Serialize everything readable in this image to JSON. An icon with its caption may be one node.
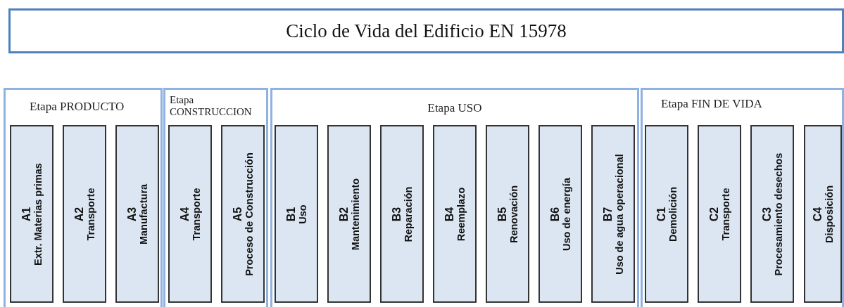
{
  "diagram": {
    "title": "Ciclo de Vida del Edificio EN 15978",
    "nodes": [
      {
        "text": [
          "Etapa PRODUCTO"
        ]
      },
      {
        "text": [
          "A1",
          "Extr. Materias primas"
        ],
        "in": 0
      },
      {
        "text": [
          "A2",
          "Transporte"
        ],
        "in": 0
      },
      {
        "text": [
          "A3",
          "Manufactura"
        ],
        "in": 0
      },
      {
        "text": [
          "Etapa CONSTRUCCION"
        ]
      },
      {
        "text": [
          "A4",
          "Transporte"
        ],
        "in": 4
      },
      {
        "text": [
          "A5",
          "Proceso de Construcción"
        ],
        "in": 4
      },
      {
        "text": [
          "Etapa USO"
        ]
      },
      {
        "text": [
          "B1",
          "Uso"
        ],
        "in": 7
      },
      {
        "text": [
          "B2",
          "Mantenimiento"
        ],
        "in": 7
      },
      {
        "text": [
          "B3",
          "Reparación"
        ],
        "in": 7
      },
      {
        "text": [
          "B4",
          "Reemplazo"
        ],
        "in": 7
      },
      {
        "text": [
          "B5",
          "Renovación"
        ],
        "in": 7
      },
      {
        "text": [
          "B6",
          "Uso de energía"
        ],
        "in": 7
      },
      {
        "text": [
          "B7",
          "Uso de agua operacional"
        ],
        "in": 7
      },
      {
        "text": [
          "Etapa FIN DE VIDA"
        ]
      },
      {
        "text": [
          "C1",
          "Demolición"
        ],
        "in": 15
      },
      {
        "text": [
          "C2",
          "Transporte"
        ],
        "in": 15
      },
      {
        "text": [
          "C3",
          "Procesamiento desechos"
        ],
        "in": 15
      },
      {
        "text": [
          "C4",
          "Disposición"
        ],
        "in": 15
      }
    ]
  }
}
